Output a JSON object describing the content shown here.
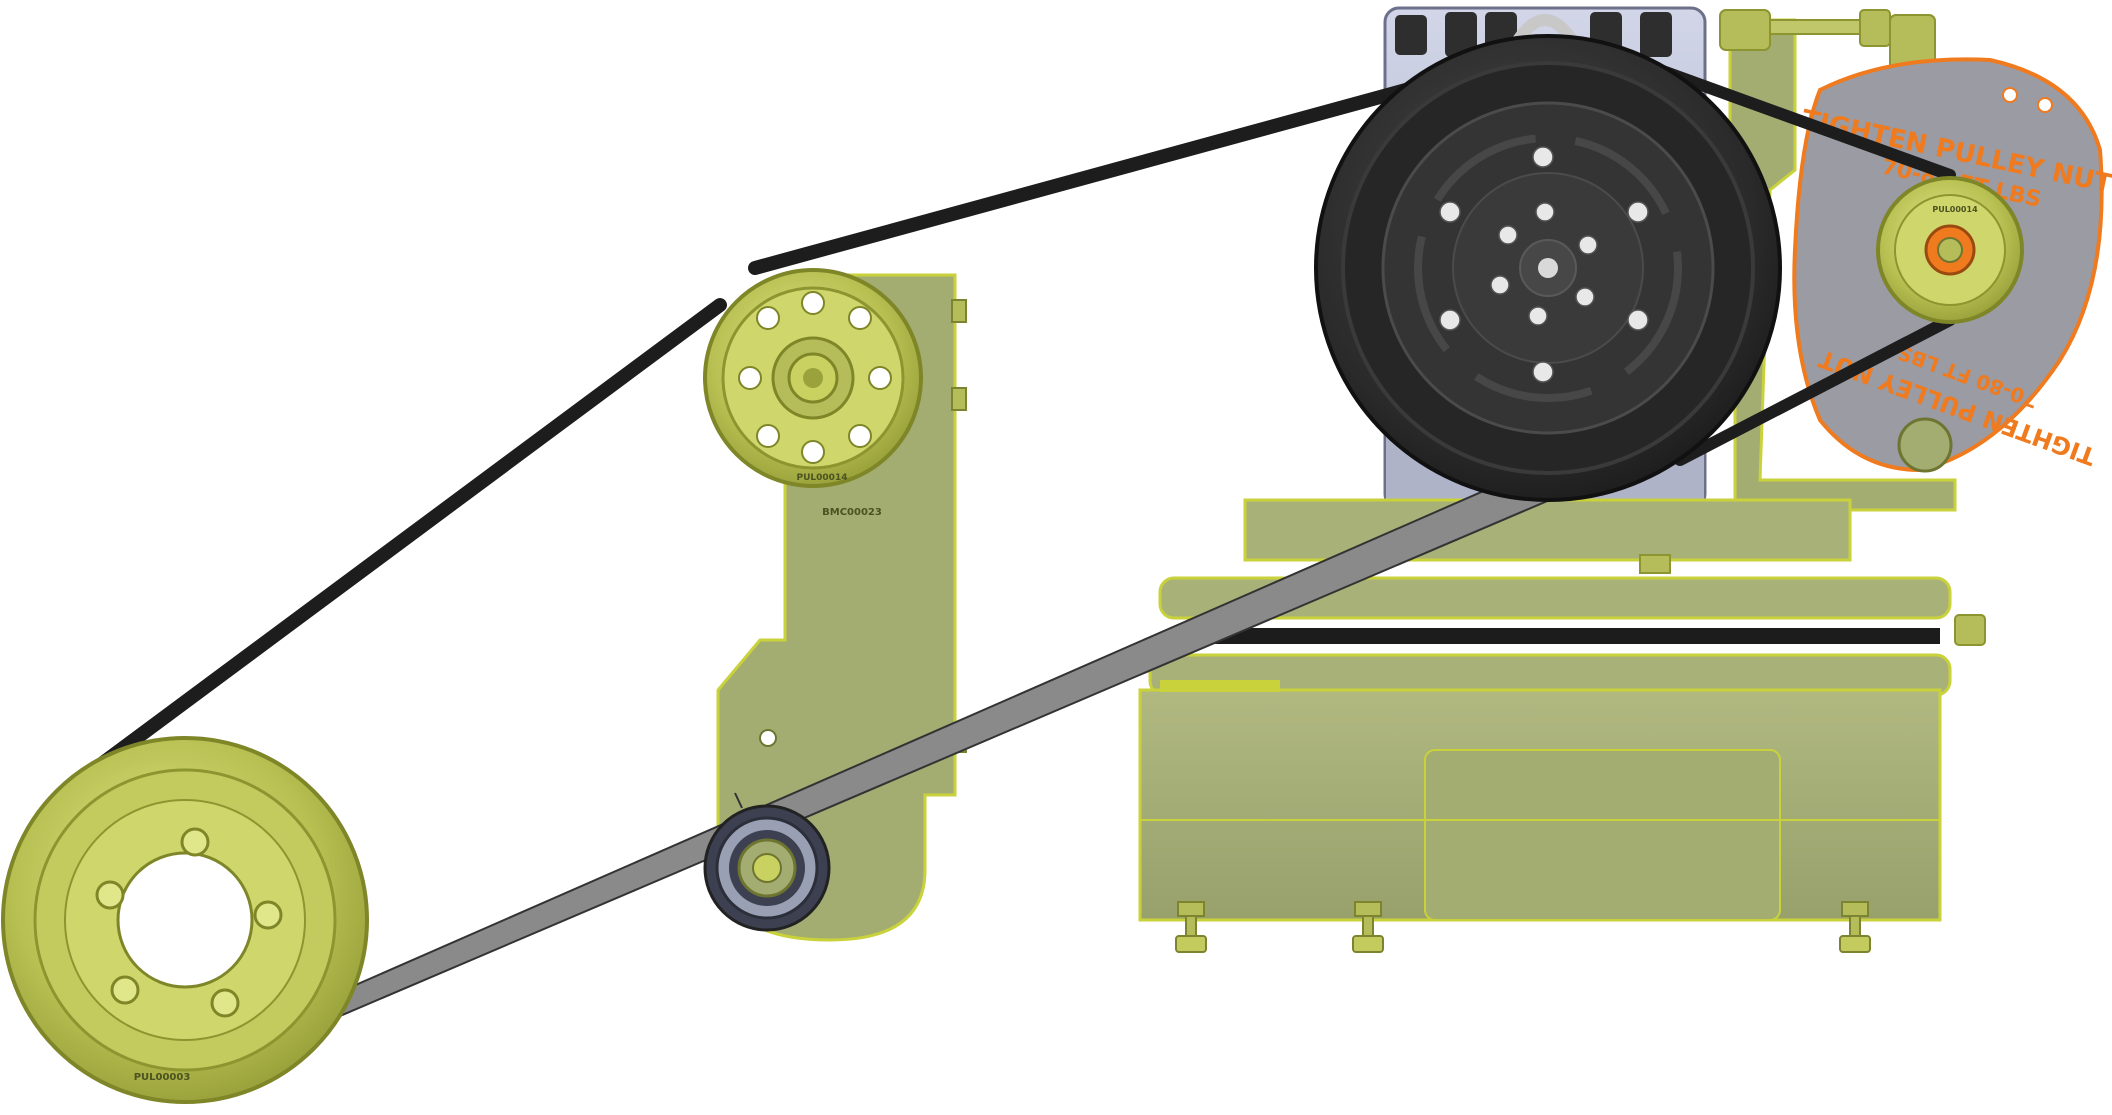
{
  "diagram": {
    "labels": {
      "lower_crank_pulley": "PUL00003",
      "upper_idler_pulley": "PUL00014",
      "idler_bracket_plate": "BMC00023",
      "alternator_pulley": "PUL00014",
      "alternator_decal_line1": "TIGHTEN PULLEY NUT",
      "alternator_decal_line2": "70-80 FT LBS"
    },
    "colors": {
      "bracket_green": "#a3ad72",
      "bracket_edge": "#c9d23a",
      "belt_black": "#1d1d1d",
      "belt_gray": "#8a8a8a",
      "compressor_pulley": "#2b2b2b",
      "compressor_body": "#b9bfd6",
      "alternator_decal": "#f07a1e",
      "alternator_body": "#999aa0",
      "small_idler": "#3c4050",
      "background": "#ffffff"
    },
    "icons": [
      "pulley",
      "idler-pulley",
      "compressor-pulley",
      "alternator",
      "mounting-bolt"
    ]
  }
}
